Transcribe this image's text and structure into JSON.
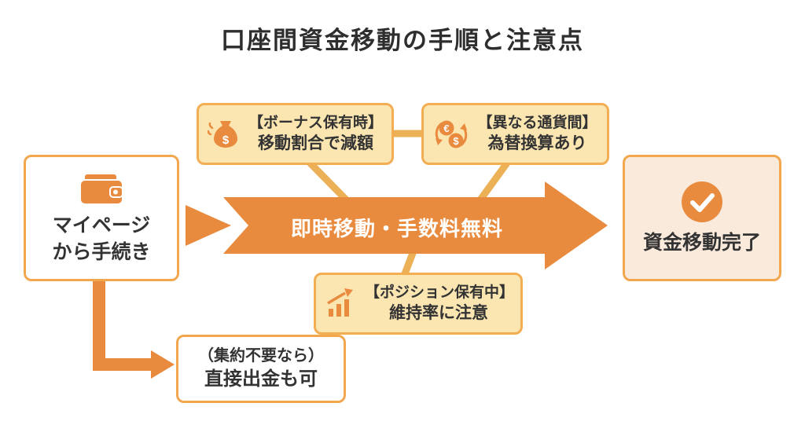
{
  "title": "口座間資金移動の手順と注意点",
  "flow": {
    "start": {
      "line1": "マイページ",
      "line2": "から手続き",
      "icon": "wallet-icon"
    },
    "main_arrow": {
      "label": "即時移動・手数料無料"
    },
    "end": {
      "label": "資金移動完了",
      "icon": "check-circle-icon"
    }
  },
  "notes": {
    "bonus": {
      "line1": "【ボーナス保有時】",
      "line2": "移動割合で減額",
      "icon": "money-bag-icon"
    },
    "currency": {
      "line1": "【異なる通貨間】",
      "line2": "為替換算あり",
      "icon": "currency-exchange-icon"
    },
    "position": {
      "line1": "【ポジション保有中】",
      "line2": "維持率に注意",
      "icon": "chart-up-icon"
    }
  },
  "alt_path": {
    "line1": "（集約不要なら）",
    "line2": "直接出金も可"
  },
  "glyphs": {
    "euro": "€",
    "dollar": "$"
  },
  "colors": {
    "orange": "#E98B3E",
    "connector": "#ECB057",
    "yellow_fill": "#FBE6B2",
    "yellow_border": "#F3AE53",
    "peach_fill": "#FAEADC",
    "box_border": "#F2A64E",
    "text": "#333333",
    "arrow_text": "#FFFFFF"
  }
}
